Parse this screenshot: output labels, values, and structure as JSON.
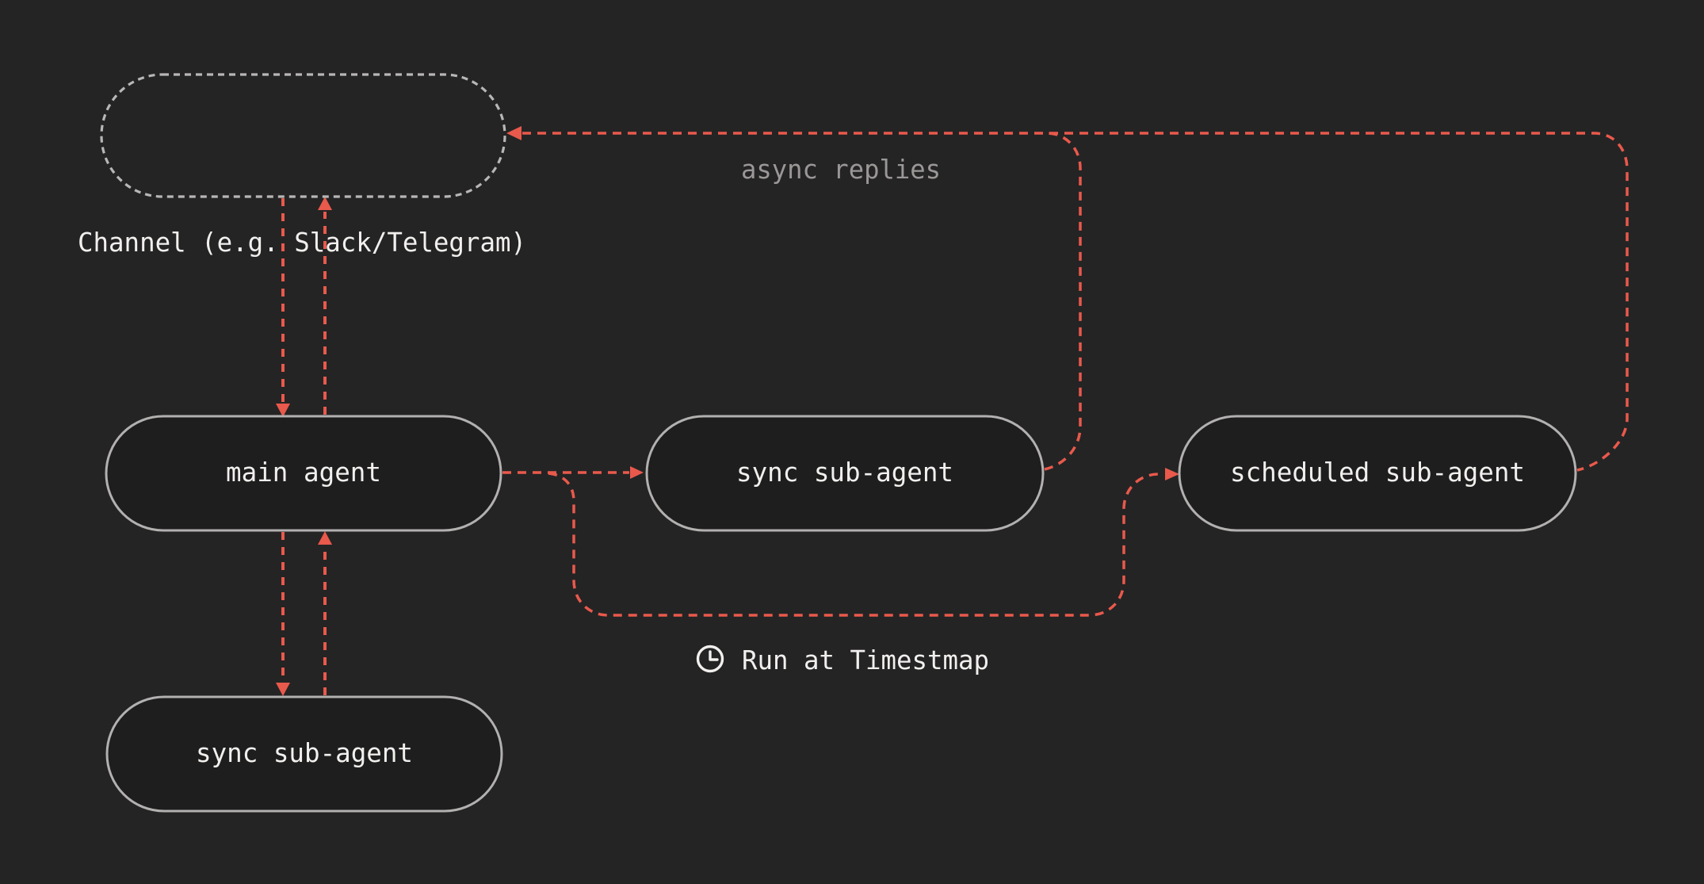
{
  "title": "agent orchestration diagram",
  "colors": {
    "background": "#242424",
    "node_fill": "#1e1e1e",
    "node_border": "#b3b0b0",
    "channel_border": "#b9b6b6",
    "edge_red": "#e9594c",
    "text_primary": "#f2f0ee",
    "text_muted": "#9b9797"
  },
  "nodes": {
    "channel": {
      "label": ""
    },
    "main_agent": {
      "label": "main agent"
    },
    "sync_sub_agent": {
      "label": "sync sub-agent"
    },
    "scheduled_sub_agent": {
      "label": "scheduled sub-agent"
    },
    "sync_sub_agent_bottom": {
      "label": "sync sub-agent"
    }
  },
  "annotations": {
    "channel_caption": "Channel (e.g. Slack/Telegram)",
    "async_replies": "async replies",
    "run_at": "Run at Timestmap"
  },
  "icons": {
    "run_at_icon": "clock-icon"
  },
  "edges": [
    {
      "from": "channel",
      "to": "main_agent",
      "style": "dashed-red"
    },
    {
      "from": "main_agent",
      "to": "channel",
      "style": "dashed-red"
    },
    {
      "from": "main_agent",
      "to": "sync_sub_agent",
      "style": "dashed-red"
    },
    {
      "from": "main_agent",
      "to": "scheduled_sub_agent",
      "style": "dashed-red",
      "label": "Run at Timestmap"
    },
    {
      "from": "main_agent",
      "to": "sync_sub_agent_bottom",
      "style": "dashed-red"
    },
    {
      "from": "sync_sub_agent_bottom",
      "to": "main_agent",
      "style": "dashed-red"
    },
    {
      "from": "sync_sub_agent",
      "to": "channel",
      "style": "dashed-red",
      "label": "async replies"
    },
    {
      "from": "scheduled_sub_agent",
      "to": "channel",
      "style": "dashed-red",
      "label": "async replies"
    }
  ]
}
